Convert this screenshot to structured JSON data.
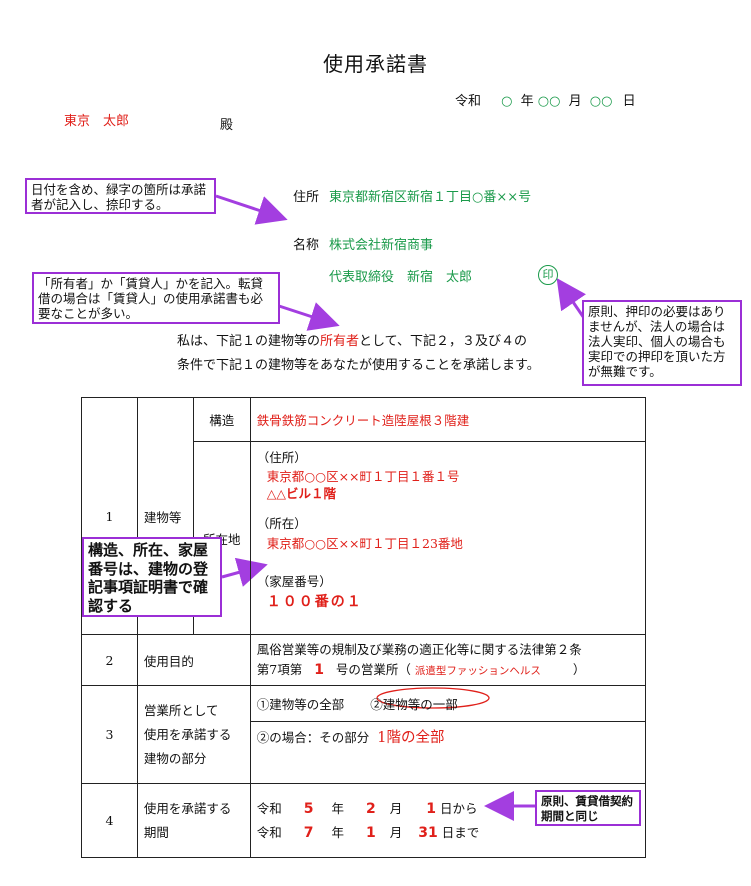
{
  "title": "使用承諾書",
  "date": {
    "era": "令和",
    "year": "○",
    "year_unit": "年",
    "month": "○○",
    "month_unit": "月",
    "day": "○○",
    "day_unit": "日"
  },
  "addressee": {
    "name": "東京　太郎",
    "honorific": "殿"
  },
  "grantor": {
    "address_label": "住所",
    "address": "東京都新宿区新宿１丁目○番××号",
    "name_label": "名称",
    "company": "株式会社新宿商事",
    "representative": "代表取締役　新宿　太郎",
    "seal": "印"
  },
  "notes": {
    "fill_in": "日付を含め、緑字の箇所は承諾者が記入し、捺印する。",
    "owner": "「所有者」か「賃貸人」かを記入。転貸借の場合は「賃貸人」の使用承諾書も必要なことが多い。",
    "seal": "原則、押印の必要はありませんが、法人の場合は法人実印、個人の場合も実印での押印を頂いた方が無難です。",
    "registry": "構造、所在、家屋番号は、建物の登記事項証明書で確認する",
    "period": "原則、賃貸借契約期間と同じ"
  },
  "body": {
    "prefix": "私は、下記１の建物等の",
    "role": "所有者",
    "suffix": "として、下記２，３及び４の",
    "line2": "条件で下記１の建物等をあなたが使用することを承諾します。"
  },
  "table": {
    "row1": {
      "no": "1",
      "label": "建物等",
      "structure_label": "構造",
      "structure": "鉄骨鉄筋コンクリート造陸屋根３階建",
      "location_label": "所在地",
      "addr_label": "（住所）",
      "addr1": "東京都○○区××町１丁目１番１号",
      "addr2": "△△ビル１階",
      "lot_label": "（所在）",
      "lot": "東京都○○区××町１丁目１23番地",
      "house_label": "（家屋番号）",
      "house": "１００番の１"
    },
    "row2": {
      "no": "2",
      "label": "使用目的",
      "text1": "風俗営業等の規制及び業務の適正化等に関する法律第２条",
      "text2a": "第7項第",
      "num": "1",
      "text2b": "号の営業所（",
      "type": "派遣型ファッションヘルス",
      "close": "）"
    },
    "row3": {
      "no": "3",
      "label1": "営業所として",
      "label2": "使用を承諾する",
      "label3": "建物の部分",
      "opt1": "①建物等の全部",
      "opt2": "②建物等の一部",
      "part_label": "②の場合：その部分",
      "part": "1階の全部"
    },
    "row4": {
      "no": "4",
      "label1": "使用を承諾する",
      "label2": "期間",
      "era": "令和",
      "y1": "5",
      "y_unit": "年",
      "m1": "2",
      "m_unit": "月",
      "d1": "1",
      "from": "日から",
      "y2": "7",
      "m2": "1",
      "d2": "31",
      "until": "日まで"
    }
  }
}
